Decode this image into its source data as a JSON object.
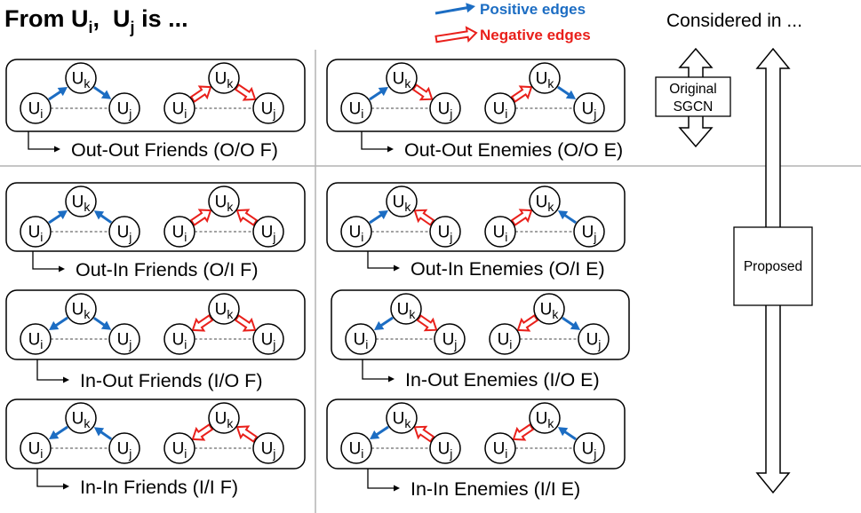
{
  "header": {
    "from": "From ",
    "u1": "U",
    "u1_sub": "i",
    "sep": ",  ",
    "u2": "U",
    "u2_sub": "j",
    "tail": " is ..."
  },
  "legend": {
    "positive": {
      "label": "Positive edges",
      "color": "#1c6dc3"
    },
    "negative": {
      "label": "Negative edges",
      "color": "#e9201b"
    }
  },
  "considered": {
    "title": "Considered in ...",
    "original": [
      "Original",
      "SGCN"
    ],
    "proposed": "Proposed"
  },
  "nodes": {
    "i": {
      "base": "U",
      "sub": "i"
    },
    "k": {
      "base": "U",
      "sub": "k"
    },
    "j": {
      "base": "U",
      "sub": "j"
    }
  },
  "patterns": [
    {
      "label": "Out-Out Friends (O/O F)",
      "triangles": [
        [
          {
            "from": "i",
            "to": "k",
            "sign": "positive"
          },
          {
            "from": "k",
            "to": "j",
            "sign": "positive"
          }
        ],
        [
          {
            "from": "i",
            "to": "k",
            "sign": "negative"
          },
          {
            "from": "k",
            "to": "j",
            "sign": "negative"
          }
        ]
      ]
    },
    {
      "label": "Out-Out Enemies (O/O E)",
      "triangles": [
        [
          {
            "from": "i",
            "to": "k",
            "sign": "positive"
          },
          {
            "from": "k",
            "to": "j",
            "sign": "negative"
          }
        ],
        [
          {
            "from": "i",
            "to": "k",
            "sign": "negative"
          },
          {
            "from": "k",
            "to": "j",
            "sign": "positive"
          }
        ]
      ]
    },
    {
      "label": "Out-In Friends (O/I F)",
      "triangles": [
        [
          {
            "from": "i",
            "to": "k",
            "sign": "positive"
          },
          {
            "from": "j",
            "to": "k",
            "sign": "positive"
          }
        ],
        [
          {
            "from": "i",
            "to": "k",
            "sign": "negative"
          },
          {
            "from": "j",
            "to": "k",
            "sign": "negative"
          }
        ]
      ]
    },
    {
      "label": "Out-In Enemies (O/I E)",
      "triangles": [
        [
          {
            "from": "i",
            "to": "k",
            "sign": "positive"
          },
          {
            "from": "j",
            "to": "k",
            "sign": "negative"
          }
        ],
        [
          {
            "from": "i",
            "to": "k",
            "sign": "negative"
          },
          {
            "from": "j",
            "to": "k",
            "sign": "positive"
          }
        ]
      ]
    },
    {
      "label": "In-Out Friends (I/O F)",
      "triangles": [
        [
          {
            "from": "k",
            "to": "i",
            "sign": "positive"
          },
          {
            "from": "k",
            "to": "j",
            "sign": "positive"
          }
        ],
        [
          {
            "from": "k",
            "to": "i",
            "sign": "negative"
          },
          {
            "from": "k",
            "to": "j",
            "sign": "negative"
          }
        ]
      ]
    },
    {
      "label": "In-Out Enemies (I/O E)",
      "triangles": [
        [
          {
            "from": "k",
            "to": "i",
            "sign": "positive"
          },
          {
            "from": "k",
            "to": "j",
            "sign": "negative"
          }
        ],
        [
          {
            "from": "k",
            "to": "i",
            "sign": "negative"
          },
          {
            "from": "k",
            "to": "j",
            "sign": "positive"
          }
        ]
      ]
    },
    {
      "label": "In-In Friends (I/I F)",
      "triangles": [
        [
          {
            "from": "k",
            "to": "i",
            "sign": "positive"
          },
          {
            "from": "j",
            "to": "k",
            "sign": "positive"
          }
        ],
        [
          {
            "from": "k",
            "to": "i",
            "sign": "negative"
          },
          {
            "from": "j",
            "to": "k",
            "sign": "negative"
          }
        ]
      ]
    },
    {
      "label": "In-In Enemies (I/I E)",
      "triangles": [
        [
          {
            "from": "k",
            "to": "i",
            "sign": "positive"
          },
          {
            "from": "j",
            "to": "k",
            "sign": "negative"
          }
        ],
        [
          {
            "from": "k",
            "to": "i",
            "sign": "negative"
          },
          {
            "from": "j",
            "to": "k",
            "sign": "positive"
          }
        ]
      ]
    }
  ]
}
